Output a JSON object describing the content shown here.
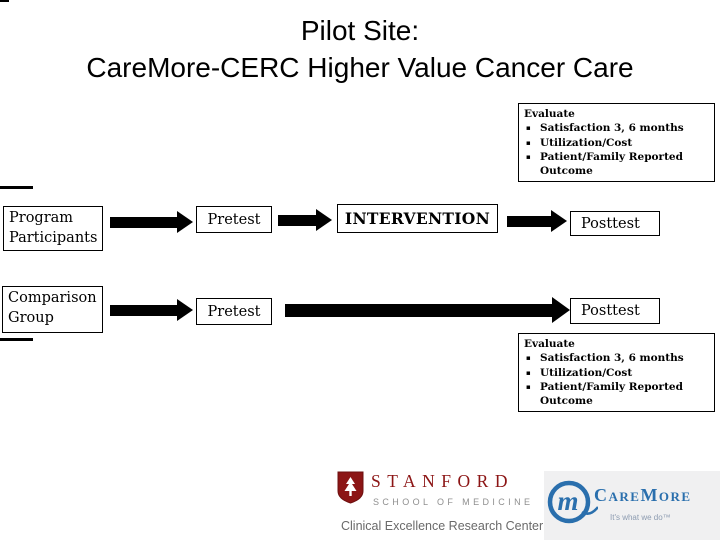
{
  "slide": {
    "title_line1": "Pilot Site:",
    "title_line2": "CareMore-CERC Higher Value Cancer Care"
  },
  "evaluate": {
    "heading": "Evaluate",
    "bullet_marker": "▪",
    "bullets": [
      "Satisfaction 3, 6 months",
      "Utilization/Cost",
      "Patient/Family Reported Outcome"
    ]
  },
  "flow": {
    "row1_source": "Program Participants",
    "row1_pretest": "Pretest",
    "row1_intervention": "INTERVENTION",
    "row1_posttest": "Posttest",
    "row2_source": "Comparison Group",
    "row2_pretest": "Pretest",
    "row2_posttest": "Posttest"
  },
  "footer": {
    "stanford_wordmark": "STANFORD",
    "stanford_subtitle": "SCHOOL OF MEDICINE",
    "stanford_caption": "Clinical Excellence Research Center",
    "caremore_wordmark": "CareMore",
    "caremore_tagline": "It's what we do™"
  },
  "colors": {
    "stanford_red": "#8C1515",
    "caremore_blue": "#2A6FAD",
    "text_black": "#000000",
    "gray_text": "#6A6A6A"
  }
}
